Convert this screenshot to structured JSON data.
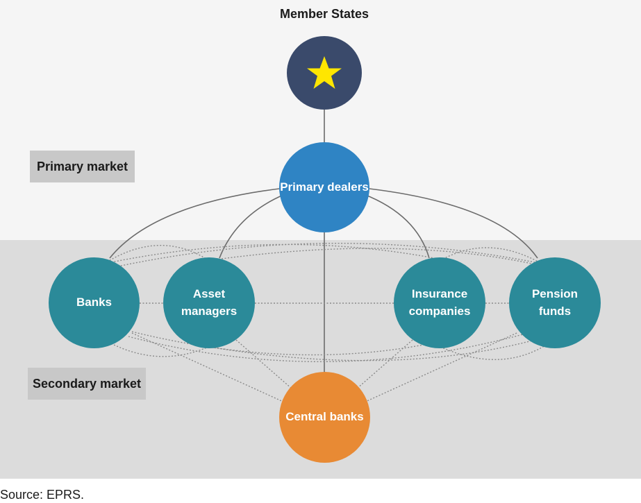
{
  "title": "Member States",
  "star_icon": "eu-star-icon",
  "labels": {
    "primary": "Primary market",
    "secondary": "Secondary market"
  },
  "nodes": {
    "primary_dealers": "Primary dealers",
    "banks": "Banks",
    "asset_managers": "Asset\nmanagers",
    "insurance": "Insurance\ncompanies",
    "pension": "Pension\nfunds",
    "central_banks": "Central banks"
  },
  "source": "Source: EPRS.",
  "colors": {
    "teal": "#2b8a99",
    "blue": "#2f84c4",
    "orange": "#e88a34",
    "navy": "#3a4a6b",
    "star": "#ffe600"
  }
}
